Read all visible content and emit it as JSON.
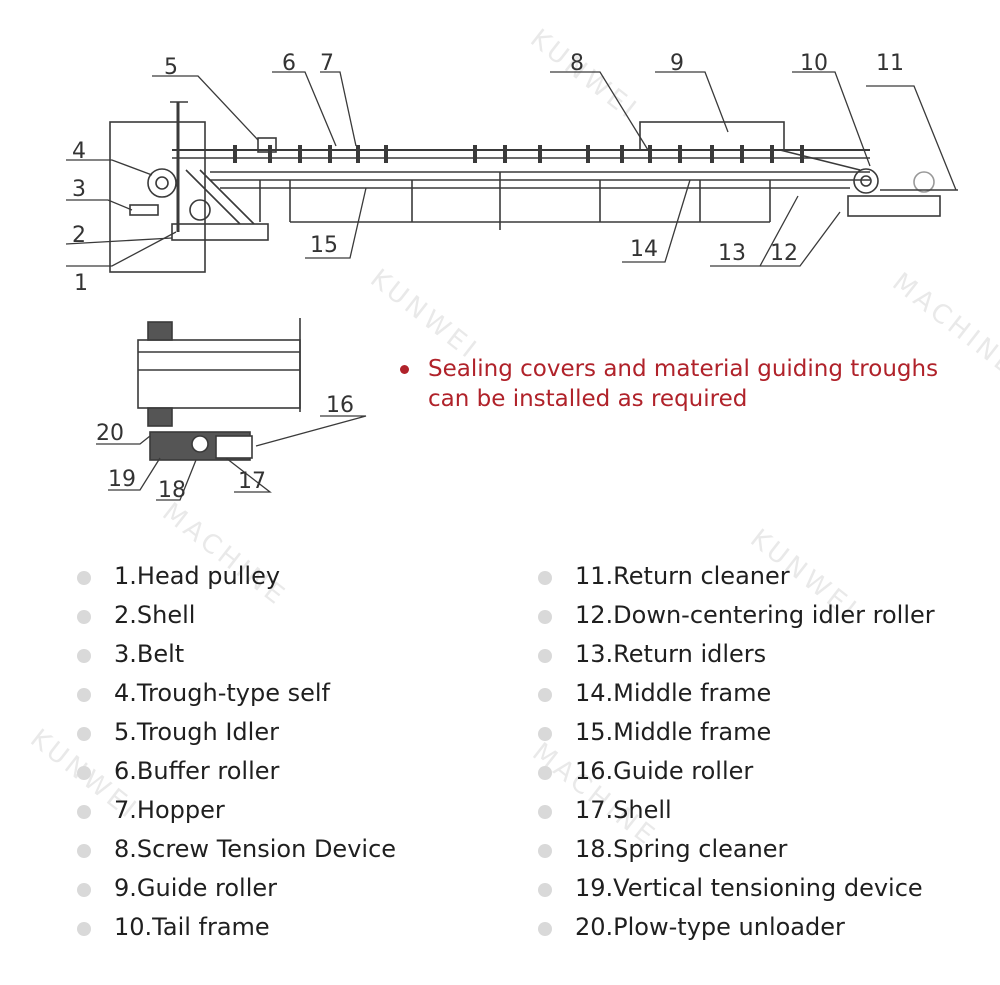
{
  "callouts": {
    "c1": "1",
    "c2": "2",
    "c3": "3",
    "c4": "4",
    "c5": "5",
    "c6": "6",
    "c7": "7",
    "c8": "8",
    "c9": "9",
    "c10": "10",
    "c11": "11",
    "c12": "12",
    "c13": "13",
    "c14": "14",
    "c15": "15",
    "c16": "16",
    "c17": "17",
    "c18": "18",
    "c19": "19",
    "c20": "20"
  },
  "note": {
    "line1": "Sealing covers and material guiding troughs",
    "line2": "can be installed as required",
    "color": "#b0222a"
  },
  "watermark": {
    "brand": "KUNWEI",
    "sub": "MACHINE"
  },
  "legend": {
    "left": [
      "1.Head pulley",
      "2.Shell",
      "3.Belt",
      "4.Trough-type self",
      "5.Trough Idler",
      "6.Buffer roller",
      "7.Hopper",
      "8.Screw Tension Device",
      "9.Guide roller",
      "10.Tail frame"
    ],
    "right": [
      "11.Return cleaner",
      "12.Down-centering idler roller",
      "13.Return idlers",
      "14.Middle frame",
      "15.Middle frame",
      "16.Guide roller",
      "17.Shell",
      "18.Spring cleaner",
      "19.Vertical tensioning device",
      "20.Plow-type unloader"
    ]
  }
}
